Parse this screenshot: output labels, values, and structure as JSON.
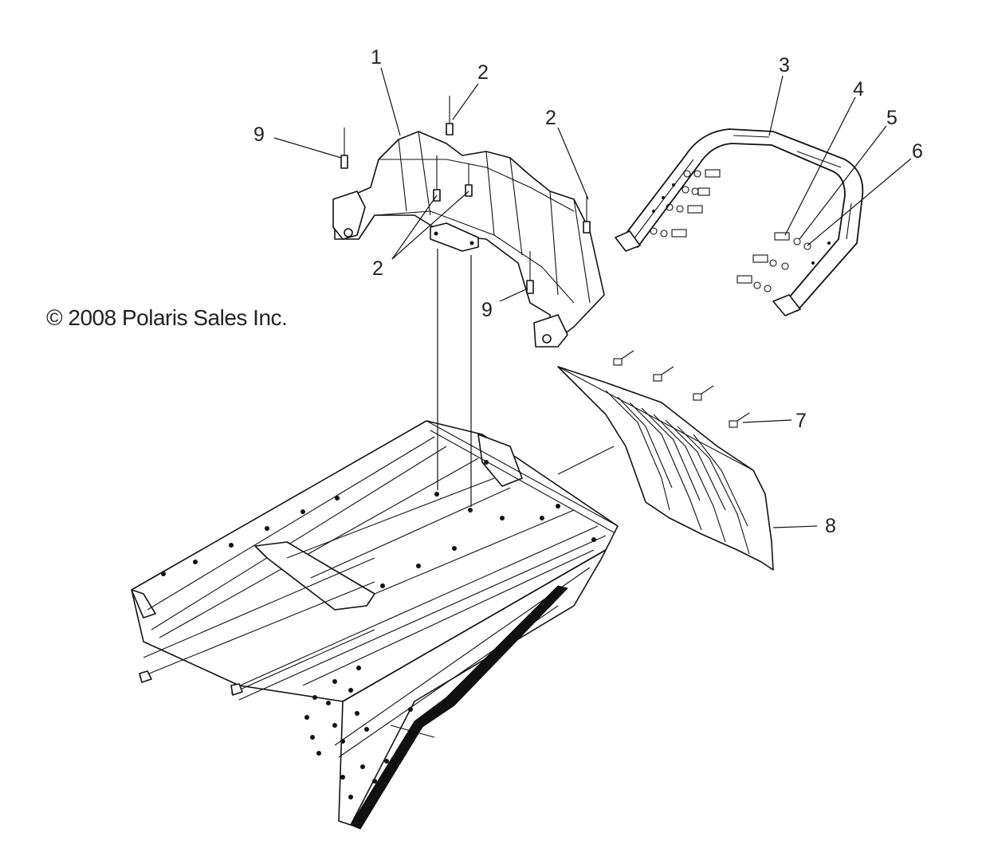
{
  "copyright": "© 2008 Polaris Sales Inc.",
  "callouts": {
    "c1": "1",
    "c2a": "2",
    "c2b": "2",
    "c2c": "2",
    "c3": "3",
    "c4": "4",
    "c5": "5",
    "c6": "6",
    "c7": "7",
    "c8": "8",
    "c9a": "9",
    "c9b": "9"
  }
}
